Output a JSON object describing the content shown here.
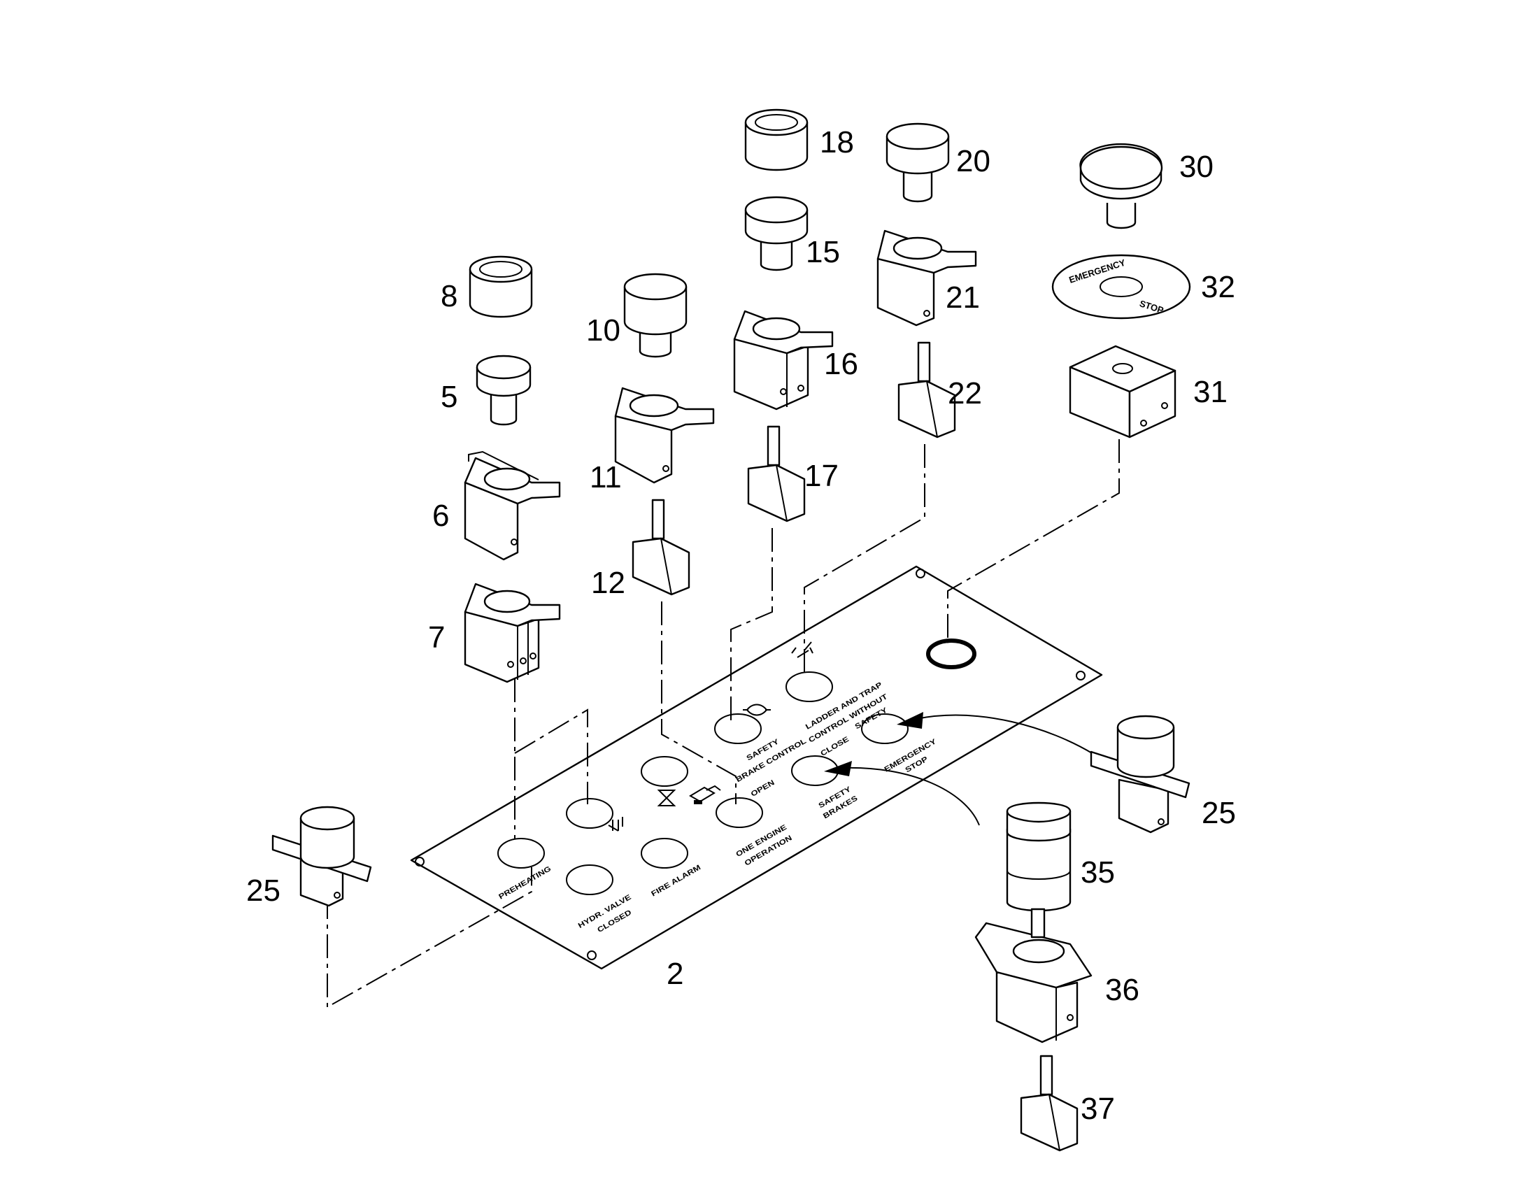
{
  "part_labels": [
    "2",
    "5",
    "6",
    "7",
    "8",
    "10",
    "11",
    "12",
    "15",
    "16",
    "17",
    "18",
    "20",
    "21",
    "22",
    "25",
    "25",
    "30",
    "31",
    "32",
    "35",
    "36",
    "37"
  ],
  "panel_labels": {
    "preheating": "PREHEATING",
    "hydr_valve": "HYDR. VALVE",
    "closed": "CLOSED",
    "fire_alarm": "FIRE ALARM",
    "one_engine": "ONE ENGINE",
    "operation": "OPERATION",
    "open": "OPEN",
    "close": "CLOSE",
    "safety_brakes_1": "SAFETY",
    "safety_brakes_2": "BRAKES",
    "safety_1": "SAFETY",
    "brake_control": "BRAKE CONTROL",
    "ladder_trap": "LADDER AND TRAP",
    "control_without": "CONTROL WITHOUT",
    "safety_2": "SAFETY",
    "emergency": "EMERGENCY",
    "stop": "STOP"
  },
  "emergency_ring": {
    "top_text": "EMERGENCY",
    "bottom_text": "STOP"
  },
  "icons": [
    "hourglass-icon",
    "heater-icon",
    "brake-icon",
    "ladder-icon"
  ]
}
